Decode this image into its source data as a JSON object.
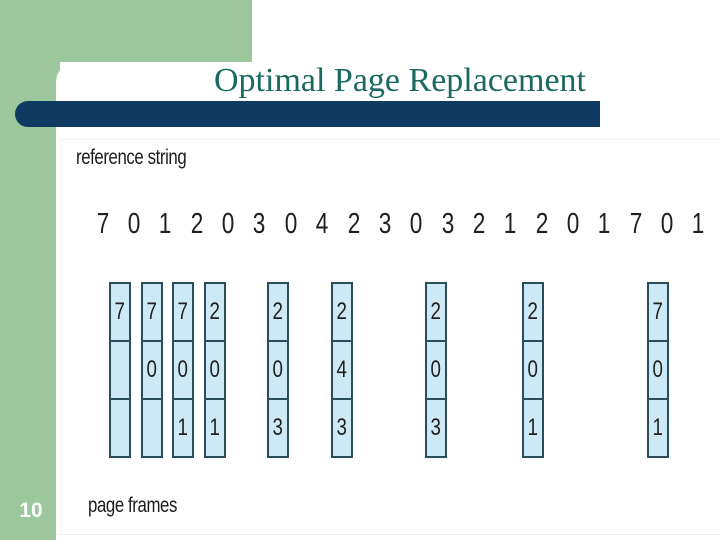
{
  "slide": {
    "title": "Optimal Page Replacement",
    "slide_number": "10"
  },
  "figure": {
    "reference_string_label": "reference string",
    "page_frames_label": "page frames",
    "reference_string": [
      "7",
      "0",
      "1",
      "2",
      "0",
      "3",
      "0",
      "4",
      "2",
      "3",
      "0",
      "3",
      "2",
      "1",
      "2",
      "0",
      "1",
      "7",
      "0",
      "1"
    ],
    "frame_columns": [
      {
        "under_ref_index": 0,
        "cells": [
          "7",
          "",
          ""
        ]
      },
      {
        "under_ref_index": 1,
        "cells": [
          "7",
          "0",
          ""
        ]
      },
      {
        "under_ref_index": 2,
        "cells": [
          "7",
          "0",
          "1"
        ]
      },
      {
        "under_ref_index": 3,
        "cells": [
          "2",
          "0",
          "1"
        ]
      },
      {
        "under_ref_index": 5,
        "cells": [
          "2",
          "0",
          "3"
        ]
      },
      {
        "under_ref_index": 7,
        "cells": [
          "2",
          "4",
          "3"
        ]
      },
      {
        "under_ref_index": 10,
        "cells": [
          "2",
          "0",
          "3"
        ]
      },
      {
        "under_ref_index": 13,
        "cells": [
          "2",
          "0",
          "1"
        ]
      },
      {
        "under_ref_index": 17,
        "cells": [
          "7",
          "0",
          "1"
        ]
      }
    ]
  },
  "colors": {
    "sidebar_green": "#9CC69C",
    "title_teal": "#1B6A60",
    "bar_navy": "#0F3A62",
    "frame_fill_blue": "#CEE9F6",
    "frame_border": "#2B4C5A",
    "figure_text": "#1f1f1f",
    "slide_number_text": "#ffffff"
  }
}
